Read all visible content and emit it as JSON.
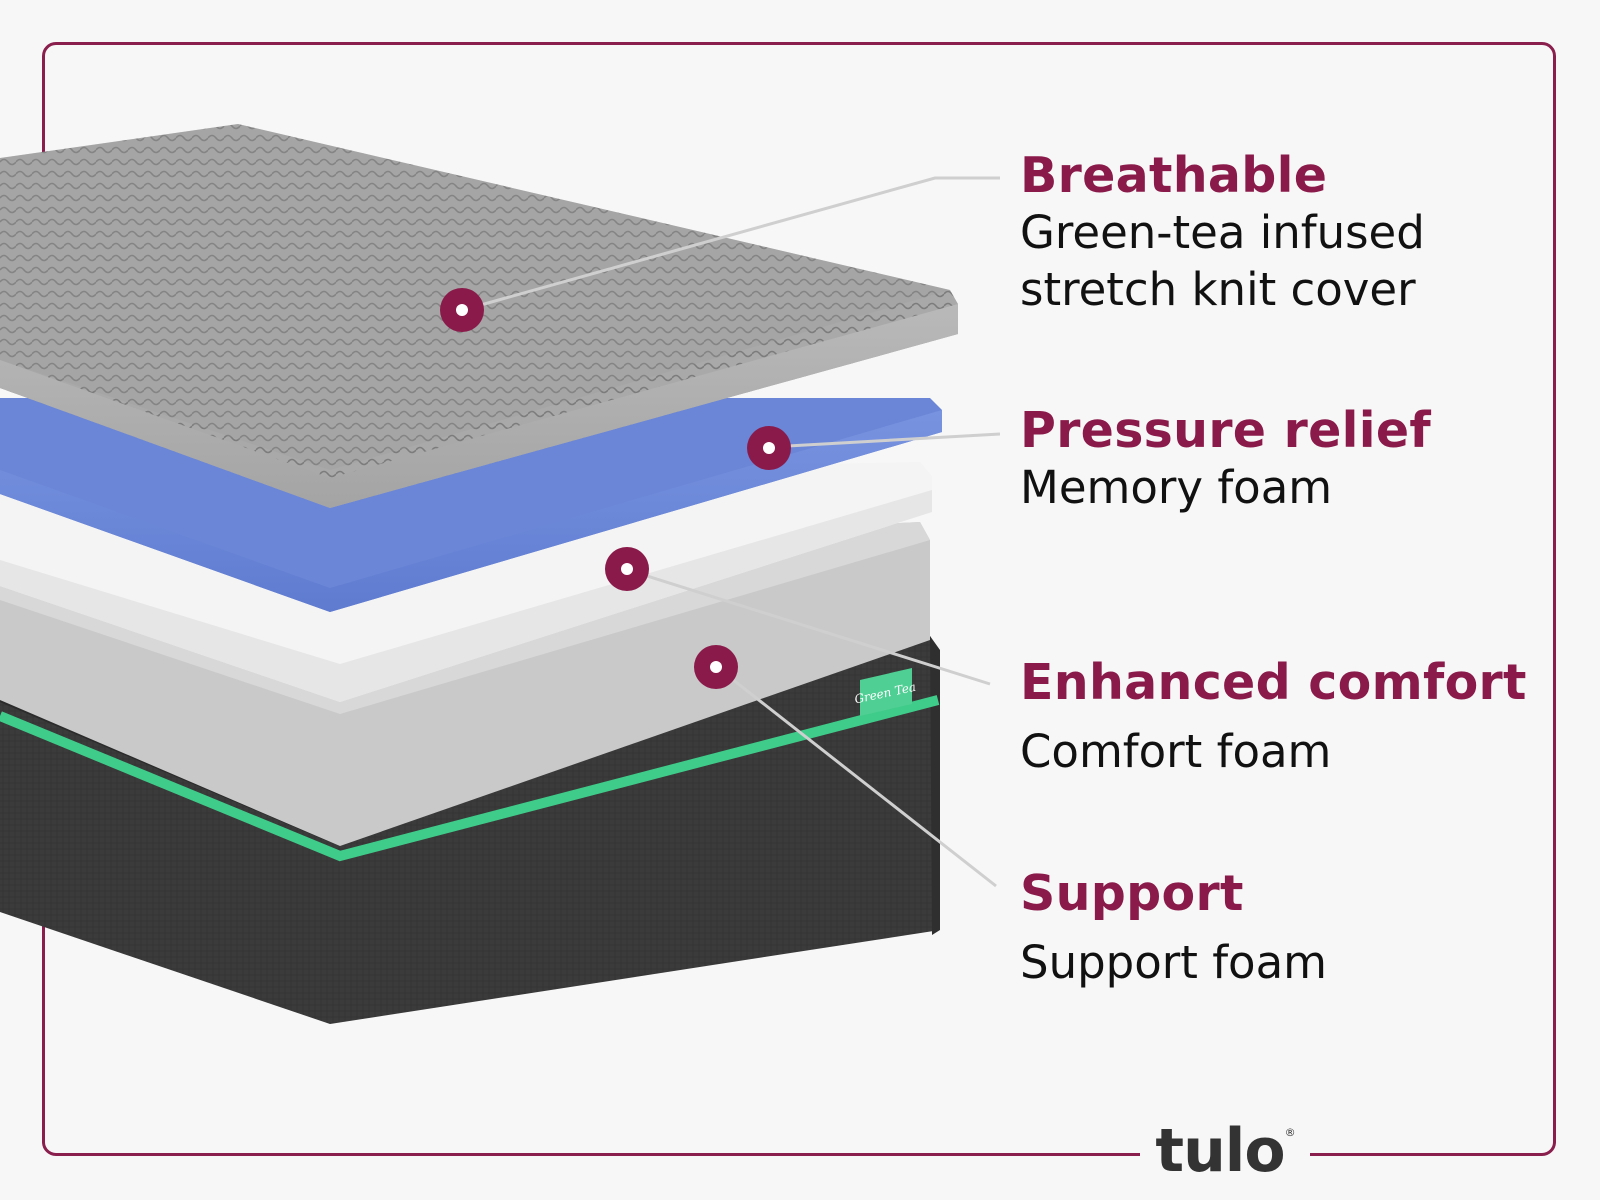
{
  "layers": [
    {
      "title": "Breathable",
      "description_lines": [
        "Green-tea infused",
        "stretch knit cover"
      ]
    },
    {
      "title": "Pressure relief",
      "description_lines": [
        "Memory foam"
      ]
    },
    {
      "title": "Enhanced comfort",
      "description_lines": [
        "Comfort foam"
      ]
    },
    {
      "title": "Support",
      "description_lines": [
        "Support foam"
      ]
    }
  ],
  "tag_text": "Green Tea",
  "brand": {
    "name": "tulo",
    "mark": "®"
  },
  "colors": {
    "accent": "#8a1a4a",
    "frame": "#8a1f4e",
    "memory_foam": "#6b86d6",
    "trim": "#3fcc8a",
    "base": "#3a3a3a"
  }
}
